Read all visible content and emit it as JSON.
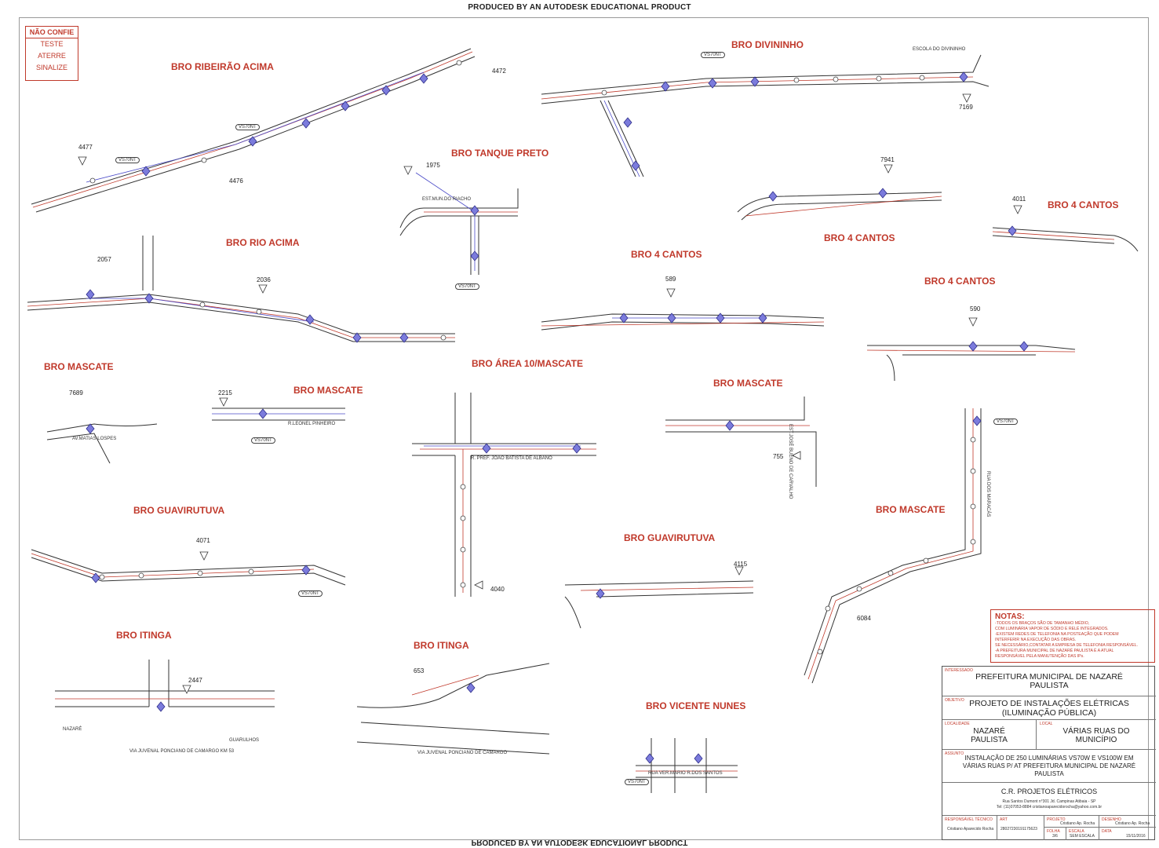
{
  "header_text": "PRODUCED BY AN AUTODESK EDUCATIONAL PRODUCT",
  "footer_text": "PRODUCED BY AN AUTODESK EDUCATIONAL PRODUCT",
  "warning_box": {
    "title": "NÃO CONFIE",
    "lines": [
      "TESTE",
      "ATERRE",
      "SINALIZE"
    ]
  },
  "colors": {
    "region_label": "#c0392b",
    "road": "#333333",
    "existing_network": "#c0392b",
    "new_network": "#4a4ac8",
    "fixture": "#4a4ac8"
  },
  "regions": [
    "BRO RIBEIRÃO ACIMA",
    "BRO DIVININHO",
    "BRO TANQUE PRETO",
    "BRO RIO ACIMA",
    "BRO 4 CANTOS",
    "BRO 4 CANTOS",
    "BRO 4 CANTOS",
    "BRO 4 CANTOS",
    "BRO MASCATE",
    "BRO ÁREA 10/MASCATE",
    "BRO MASCATE",
    "BRO MASCATE",
    "BRO MASCATE",
    "BRO GUAVIRUTUVA",
    "BRO GUAVIRUTUVA",
    "BRO ITINGA",
    "BRO ITINGA",
    "BRO VICENTE NUNES"
  ],
  "pole_numbers": [
    "4477",
    "4476",
    "4472",
    "1975",
    "2057",
    "2036",
    "7169",
    "7941",
    "4011",
    "589",
    "590",
    "7689",
    "2215",
    "755",
    "4071",
    "4040",
    "4115",
    "6084",
    "2447",
    "653"
  ],
  "streets": [
    "EST.MUN.DO RIACHO",
    "AV.MATIAS LOSPES",
    "R.LEONEL PINHEIRO",
    "R. PREF. JOÃO BATISTA DE ALBANO",
    "EST.JOSÉ BUENO DE CARVALHO",
    "RUA DOS MARACÁS",
    "VIA JUVENAL PONCIANO DE CAMARGO KM 53",
    "VIA JUVENAL PONCIANO DE CAMARGO",
    "RUA VER.MARIO R.DOS SANTOS",
    "NAZARÉ",
    "GUARULHOS",
    "ESCOLA DO DIVININHO"
  ],
  "fixture_tag": "VS70NT",
  "notes": {
    "title": "NOTAS:",
    "items": [
      "-TODOS OS BRAÇOS SÃO DE TAMANHO MÉDIO,",
      "COM LUMINÁRIA VAPOR DE SÓDIO E RELÉ INTEGRADOS.",
      "-EXISTEM REDES DE TELEFONIA NA POSTEAÇÃO QUE PODEM",
      "INTERFERIR NA EXECUÇÃO DAS OBRAS.",
      "SE NECESSÁRIO,CONTATAR A EMPRESA DE TELEFONIA RESPONSÁVEL.",
      "-A PREFEITURA MUNICIPAL DE NAZARÉ PAULISTA É A ATUAL",
      "RESPONSÁVEL PELA MANUTENÇÃO DAS IPs."
    ]
  },
  "title_block": {
    "interessado_label": "INTERESSADO",
    "interessado": "PREFEITURA MUNICIPAL DE NAZARÉ PAULISTA",
    "objetivo_label": "OBJETIVO",
    "objetivo": "PROJETO DE INSTALAÇÕES ELÉTRICAS (ILUMINAÇÃO PÚBLICA)",
    "localidade_label": "LOCALIDADE",
    "localidade": "NAZARÉ PAULISTA",
    "local_label": "LOCAL",
    "local": "VÁRIAS RUAS DO MUNICÍPIO",
    "assunto_label": "ASSUNTO",
    "assunto": "INSTALAÇÃO DE 250 LUMINÁRIAS VS70W E VS100W EM VÁRIAS RUAS P/ AT PREFEITURA MUNICIPAL DE NAZARÉ PAULISTA",
    "empresa": "C.R. PROJETOS ELÉTRICOS",
    "endereco": "Rua Santos Dumont n°301 Jd. Campinas Atibaia - SP",
    "contato": "Tel: (11)07053-8884 cristianoaparecidorocha@yahoo.com.br",
    "resp_label": "RESPONSÁVEL TÉCNICO",
    "resp": "Cristiano Aparecido Rocha",
    "art_label": "ART",
    "art": "28027230191175623",
    "projeto_label": "PROJETO",
    "projeto": "Cristiano Ap. Rocha",
    "desenho_label": "DESENHO",
    "desenho": "Cristiano Ap. Rocha",
    "folha_label": "FOLHA",
    "folha": "3/6",
    "escala_label": "ESCALA",
    "escala": "SEM ESCALA",
    "data_label": "DATA",
    "data": "15/11/2016"
  }
}
